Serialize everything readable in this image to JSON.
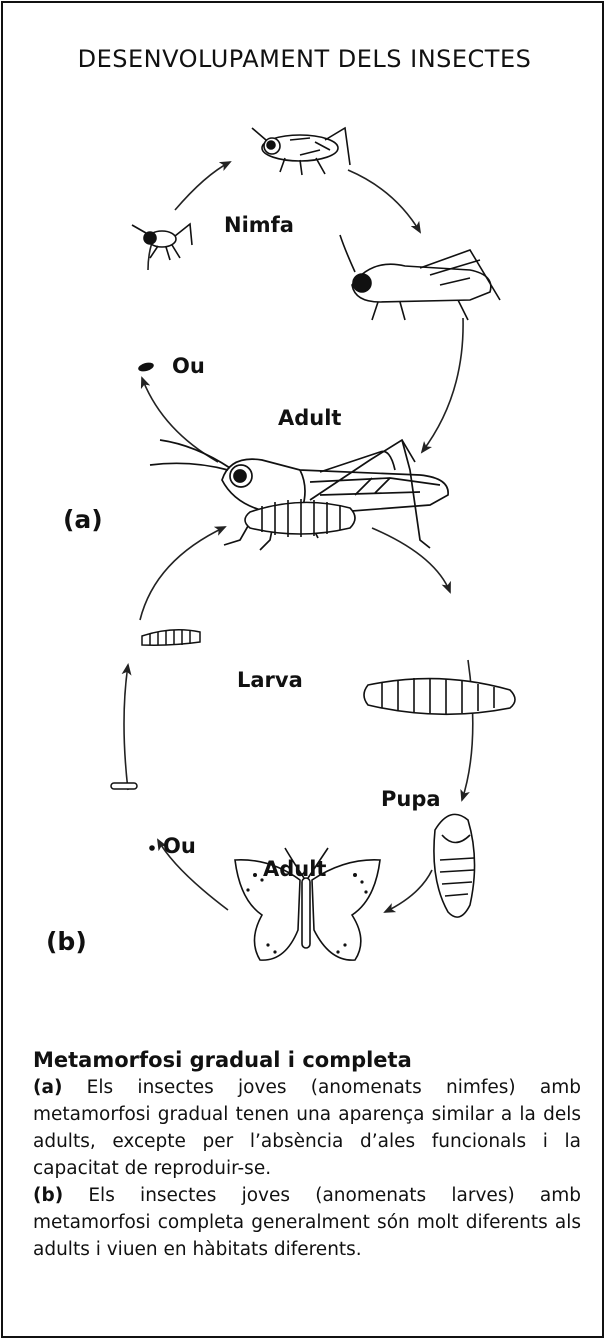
{
  "title": "DESENVOLUPAMENT DELS INSECTES",
  "panel_a": {
    "tag": "(a)",
    "labels": {
      "nymph": "Nimfa",
      "egg": "Ou",
      "adult": "Adult"
    }
  },
  "panel_b": {
    "tag": "(b)",
    "labels": {
      "larva": "Larva",
      "pupa": "Pupa",
      "egg": "Ou",
      "adult": "Adult"
    }
  },
  "caption": {
    "heading": "Metamorfosi gradual i completa",
    "a_tag": "(a)",
    "a_text": " Els insectes joves (anomenats nimfes) amb metamorfosi gradual tenen una aparença similar a la dels adults, excepte per l’absència d’ales funcionals i la capacitat de reproduir-se.",
    "b_tag": "(b)",
    "b_text": " Els insectes joves (anomenats larves) amb metamorfosi completa generalment són molt diferents als adults i viuen en hàbitats diferents."
  }
}
